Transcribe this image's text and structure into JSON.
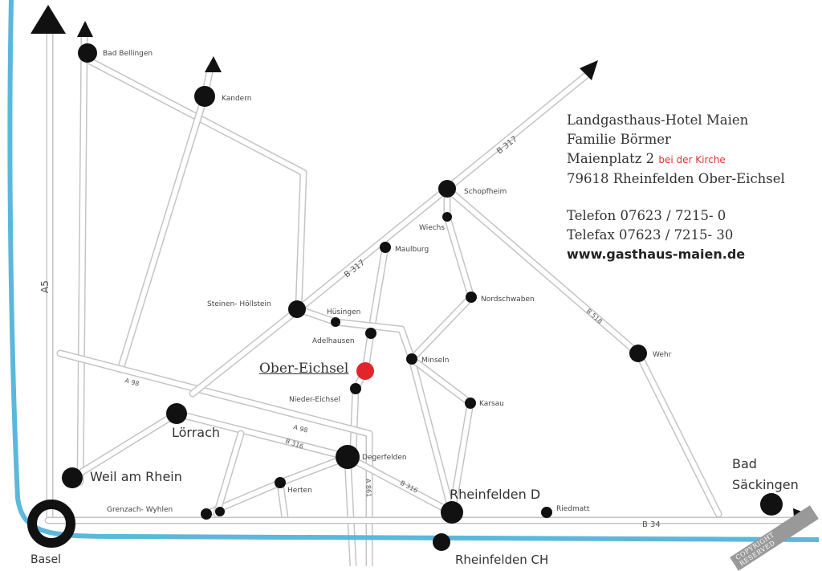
{
  "info": {
    "name": "Landgasthaus-Hotel Maien",
    "family": "Familie Börmer",
    "street": "Maienplatz 2",
    "street_note": "bei der Kirche",
    "city": "79618 Rheinfelden Ober-Eichsel",
    "phone": "Telefon 07623 / 7215- 0",
    "fax": "Telefax 07623 / 7215- 30",
    "website": "www.gasthaus-maien.de"
  },
  "places": {
    "bad_bellingen": "Bad Bellingen",
    "kandern": "Kandern",
    "schopfheim": "Schopfheim",
    "wiechs": "Wiechs",
    "maulburg": "Maulburg",
    "steinen": "Steinen- Höllstein",
    "huesingen": "Hüsingen",
    "adelhausen": "Adelhausen",
    "nordschwaben": "Nordschwaben",
    "minseln": "Minseln",
    "ober_eichsel": "Ober-Eichsel",
    "nieder_eichsel": "Nieder-Eichsel",
    "karsau": "Karsau",
    "wehr": "Wehr",
    "loerrach": "Lörrach",
    "degerfelden": "Degerfelden",
    "weil": "Weil am Rhein",
    "herten": "Herten",
    "grenzach": "Grenzach- Wyhlen",
    "rheinfelden_d": "Rheinfelden D",
    "riedmatt": "Riedmatt",
    "bad_saeckingen_1": "Bad",
    "bad_saeckingen_2": "Säckingen",
    "basel": "Basel",
    "rheinfelden_ch": "Rheinfelden CH"
  },
  "roads": {
    "a5": "A5",
    "b317_a": "B 317",
    "b317_b": "B 317",
    "b518": "B 518",
    "a98_a": "A 98",
    "a98_b": "A 98",
    "b316_a": "B 316",
    "b316_b": "B 316",
    "a861": "A 861",
    "b34": "B 34"
  },
  "watermark": "COPYRIGHT RESERVED",
  "colors": {
    "river": "#5bb8dc",
    "highlight": "#e0262a",
    "town": "#111111"
  }
}
